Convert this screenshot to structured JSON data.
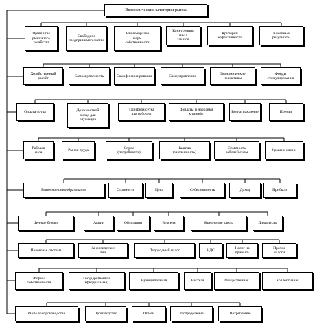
{
  "root": "Экономические категории рынка",
  "rows": [
    [
      "Принципы\nрыночного\nхозяйства",
      "Свободное\nпредпринимательство",
      "Многообразие\nформ\nсобственности",
      "Конкуренция\nиз-за\nзаказов",
      "Критерий\nэффективности",
      "Конечные\nрезультаты"
    ],
    [
      "Хозяйственный\nрасчёт",
      "Самоокупаемость",
      "Самофинансирование",
      "Самоуправление",
      "Экономические\nнормативы",
      "Фонды\nстимулирования"
    ],
    [
      "Оплата труда",
      "Должностной\nоклад для\nслужащих",
      "Тарифная сетка\nдля рабочих",
      "Доплаты и надбавки\nк тарифу",
      "Вознаграждение",
      "Премия"
    ],
    [
      "Рабочая\nсила",
      "Рынок труда",
      "Спрос\n(потребность)",
      "Наличие\n(численность)",
      "Стоимость\nрабочей силы",
      "Уровень жизни"
    ],
    [
      "Рыночное ценообразование",
      "Стоимость",
      "Цена",
      "Себестоимость",
      "Доход",
      "Прибыль"
    ],
    [
      "Ценные бумаги",
      "Акции",
      "Облигации",
      "Векселя",
      "Кредитные карты",
      "Дивиденды"
    ],
    [
      "Налоговая система",
      "На физических\nлиц",
      "Подоходный налог",
      "НДС",
      "Налог на\nприбыль",
      "Прочие\nналоги"
    ],
    [
      "Формы\nсобственности",
      "Государственная\n(федеральная)",
      "Муниципальная",
      "Частная",
      "Общественная",
      "Коллективная"
    ],
    [
      "Фазы воспроизводства",
      "Производство",
      "Обмен",
      "Распределение",
      "Потребление"
    ]
  ]
}
